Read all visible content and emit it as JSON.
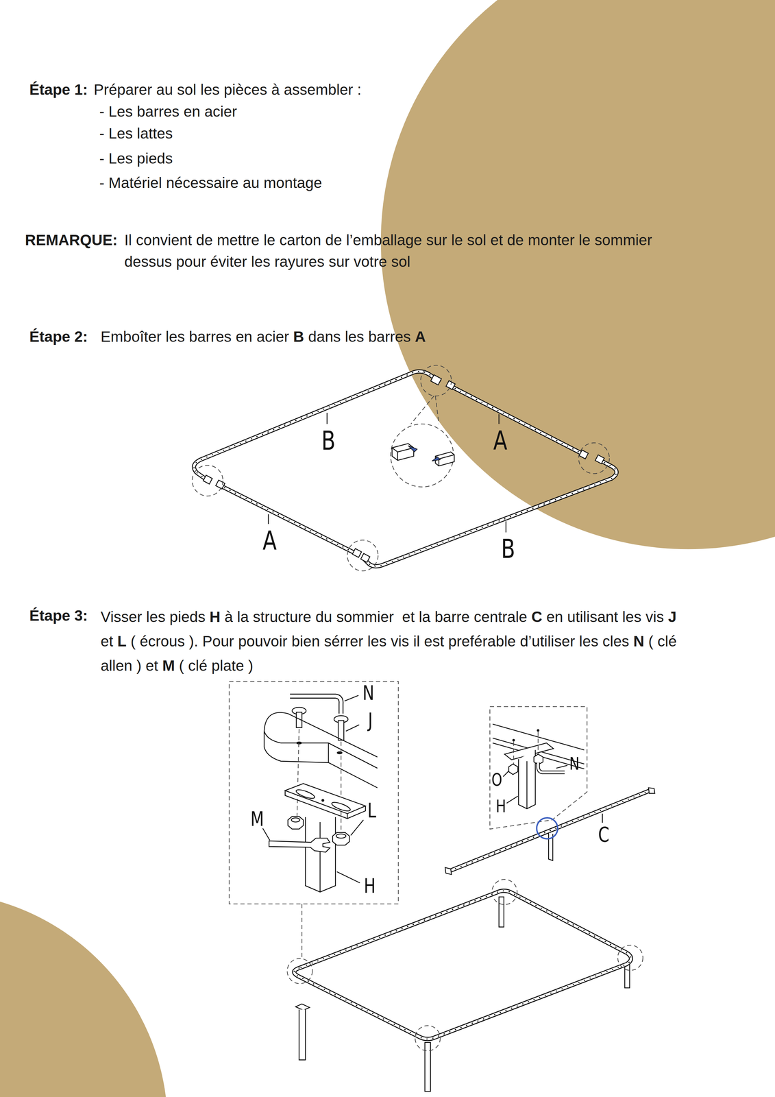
{
  "diagram": {
    "labels": [
      "Étape 1:",
      "Préparer au sol les pièces à assembler :",
      "- Les barres en acier",
      "- Les lattes",
      "- Les pieds",
      "- Matériel nécessaire au montage",
      "REMARQUE:",
      "Il convient de mettre le carton de l’emballage sur le sol et de monter le sommier dessus pour éviter les rayures sur votre sol",
      "Étape 2:",
      "Emboîter les barres en acier ",
      "B",
      " dans les barres ",
      "A",
      "B",
      "A",
      "A",
      "B",
      "Étape 3:",
      "Visser les pieds ",
      "H",
      " à la structure du sommier  et la barre centrale ",
      "C",
      " en utilisant les vis ",
      "J",
      " et ",
      "L",
      " ( écrous ). Pour pouvoir bien sérrer les vis il est preférable d’utiliser les cles ",
      "N",
      " ( clé allen ) et ",
      "M",
      " ( clé plate )",
      "N",
      "J",
      "M",
      "L",
      "H",
      "N",
      "O",
      "H",
      "C"
    ]
  }
}
